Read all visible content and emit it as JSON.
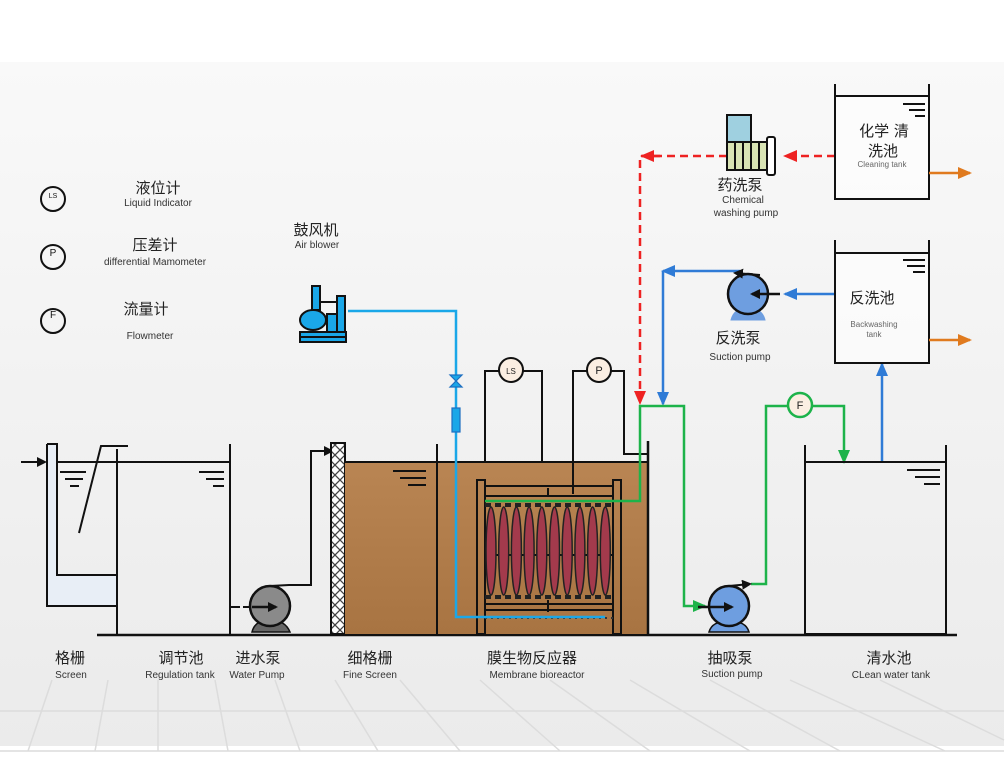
{
  "title": "MBR membrane bioreactor process flow",
  "colors": {
    "sludge": "#b07b49",
    "air_line": "#1aa7e8",
    "permeate_line": "#1db34a",
    "backwash_line": "#2f7bd6",
    "chemical_line": "#ee2222",
    "overflow_arrow": "#e07a1e",
    "pump_blue": "#6e9ee0",
    "pump_gray": "#8a8a8a",
    "membrane": "#a33a4c"
  },
  "legend": [
    {
      "symbol": "LS",
      "cn": "液位计",
      "en": "Liquid Indicator"
    },
    {
      "symbol": "P",
      "cn": "压差计",
      "en": "differential Mamometer"
    },
    {
      "symbol": "F",
      "cn": "流量计",
      "en": "Flowmeter"
    }
  ],
  "equipment": {
    "screen": {
      "cn": "格栅",
      "en": "Screen"
    },
    "regulation_tank": {
      "cn": "调节池",
      "en": "Regulation tank"
    },
    "water_pump": {
      "cn": "进水泵",
      "en": "Water Pump"
    },
    "fine_screen": {
      "cn": "细格栅",
      "en": "Fine Screen"
    },
    "mbr": {
      "cn": "膜生物反应器",
      "en": "Membrane bioreactor"
    },
    "suction_pump": {
      "cn": "抽吸泵",
      "en": "Suction pump"
    },
    "clean_water_tank": {
      "cn": "清水池",
      "en": "CLean water tank"
    },
    "air_blower": {
      "cn": "鼓风机",
      "en": "Air blower"
    },
    "chemical_pump": {
      "cn": "药洗泵",
      "en_line1": "Chemical",
      "en_line2": "washing pump"
    },
    "cleaning_tank": {
      "cn_line1": "化学 清",
      "cn_line2": "洗池",
      "en": "Cleaning tank"
    },
    "backwash_pump": {
      "cn": "反洗泵",
      "en": "Suction pump"
    },
    "backwash_tank": {
      "cn": "反洗池",
      "en_line1": "Backwashing",
      "en_line2": "tank"
    }
  },
  "gauges": {
    "level": "LS",
    "pressure": "P",
    "flow": "F"
  }
}
